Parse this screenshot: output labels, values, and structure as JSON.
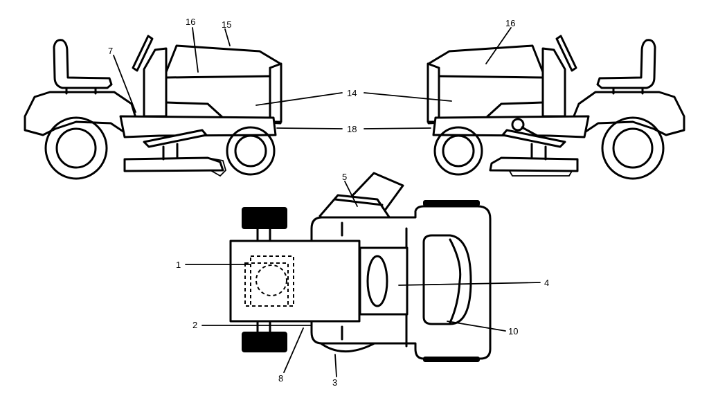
{
  "callouts": {
    "left_16": "16",
    "left_15": "15",
    "left_7": "7",
    "center_14": "14",
    "center_18": "18",
    "right_16": "16",
    "top_5": "5",
    "top_1": "1",
    "top_4": "4",
    "top_2": "2",
    "top_10": "10",
    "top_8": "8",
    "top_3": "3"
  },
  "colors": {
    "line": "#000000",
    "background": "#ffffff"
  }
}
